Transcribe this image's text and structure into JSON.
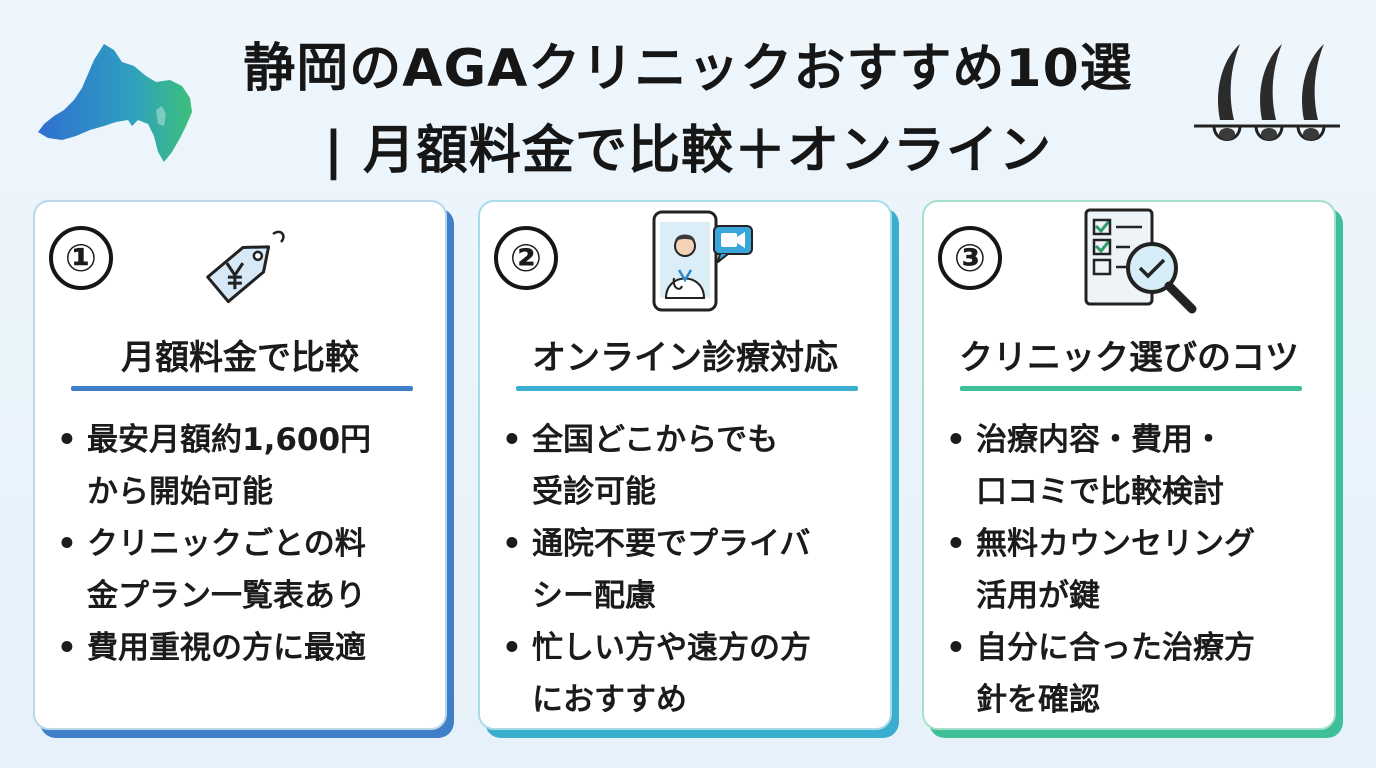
{
  "title": {
    "line1": "静岡のAGAクリニックおすすめ10選",
    "line2": "| 月額料金で比較＋オンライン"
  },
  "decor": {
    "map_icon": "shizuoka-map-icon",
    "hair_icon": "hair-follicle-icon"
  },
  "cards": [
    {
      "number": "①",
      "icon": "yen-price-tag-icon",
      "title": "月額料金で比較",
      "accent": "#3f7fc8",
      "bullets": [
        "最安月額約1,600円\nから開始可能",
        "クリニックごとの料\n金プラン一覧表あり",
        "費用重視の方に最適"
      ]
    },
    {
      "number": "②",
      "icon": "smartphone-doctor-video-icon",
      "title": "オンライン診療対応",
      "accent": "#3aaecf",
      "bullets": [
        "全国どこからでも\n受診可能",
        "通院不要でプライバ\nシー配慮",
        "忙しい方や遠方の方\nにおすすめ"
      ]
    },
    {
      "number": "③",
      "icon": "checklist-magnifier-icon",
      "title": "クリニック選びのコツ",
      "accent": "#3dbf97",
      "bullets": [
        "治療内容・費用・\n口コミで比較検討",
        "無料カウンセリング\n活用が鍵",
        "自分に合った治療方\n針を確認"
      ]
    }
  ]
}
